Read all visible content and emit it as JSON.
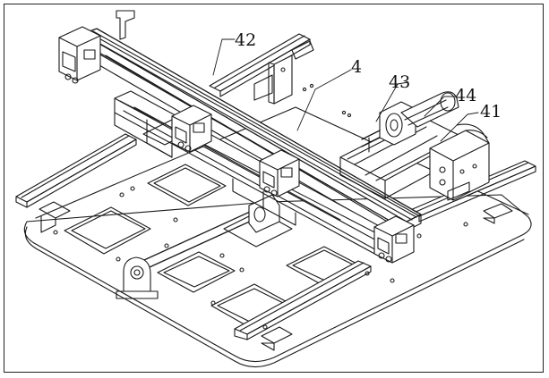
{
  "labels": {
    "l42": "42",
    "l4": "4",
    "l43": "43",
    "l44": "44",
    "l41": "41"
  },
  "colors": {
    "line": "#1a1a1a",
    "background": "#ffffff"
  }
}
